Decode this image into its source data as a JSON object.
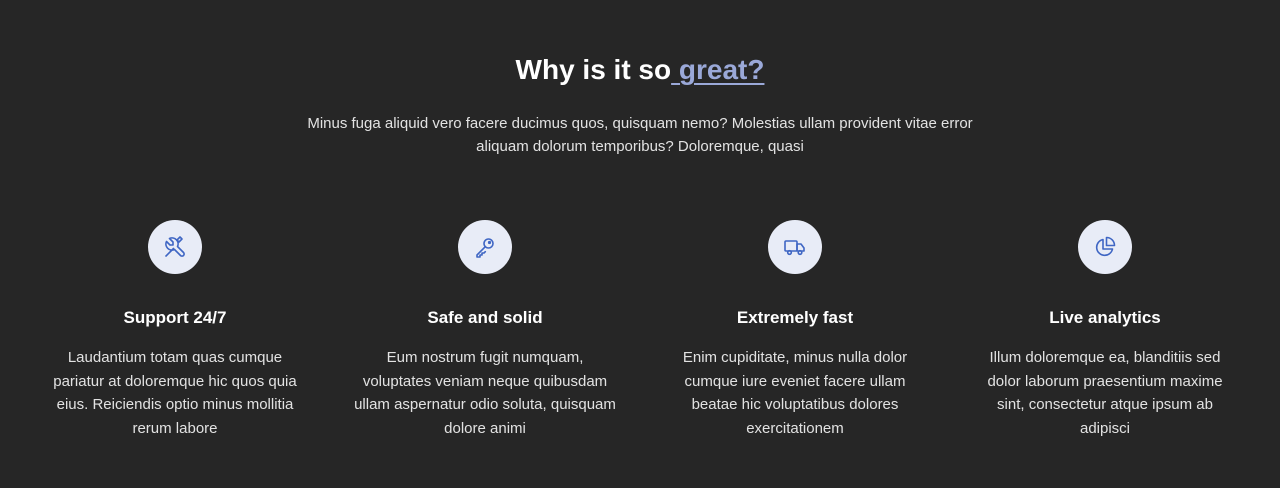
{
  "section": {
    "heading_main": "Why is it so",
    "heading_accent": " great?",
    "intro": "Minus fuga aliquid vero facere ducimus quos, quisquam nemo? Molestias ullam provident vitae error aliquam dolorum temporibus? Doloremque, quasi"
  },
  "colors": {
    "background": "#262626",
    "accent": "#9aa8d8",
    "icon_bg": "#e8ecf7",
    "icon_stroke": "#3f66c4"
  },
  "features": [
    {
      "icon": "tools-icon",
      "title": "Support 24/7",
      "text": "Laudantium totam quas cumque pariatur at doloremque hic quos quia eius. Reiciendis optio minus mollitia rerum labore"
    },
    {
      "icon": "key-icon",
      "title": "Safe and solid",
      "text": "Eum nostrum fugit numquam, voluptates veniam neque quibusdam ullam aspernatur odio soluta, quisquam dolore animi"
    },
    {
      "icon": "truck-icon",
      "title": "Extremely fast",
      "text": "Enim cupiditate, minus nulla dolor cumque iure eveniet facere ullam beatae hic voluptatibus dolores exercitationem"
    },
    {
      "icon": "pie-chart-icon",
      "title": "Live analytics",
      "text": "Illum doloremque ea, blanditiis sed dolor laborum praesentium maxime sint, consectetur atque ipsum ab adipisci"
    }
  ]
}
